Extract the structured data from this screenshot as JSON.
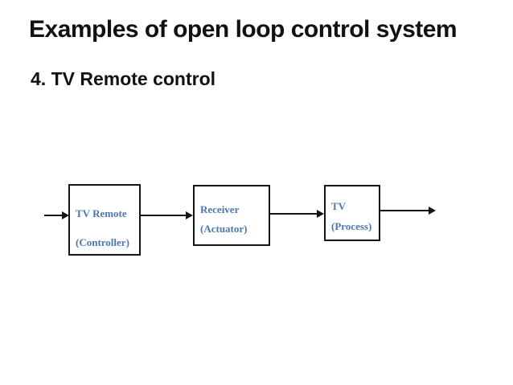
{
  "slide": {
    "title": "Examples of open loop control system",
    "subtitle": "4. TV Remote control"
  },
  "diagram": {
    "blocks": [
      {
        "name": "TV Remote",
        "role": "(Controller)"
      },
      {
        "name": "Receiver",
        "role": "(Actuator)"
      },
      {
        "name": "TV",
        "role": "(Process)"
      }
    ]
  },
  "colors": {
    "background": "#ffffff",
    "title_text": "#111111",
    "block_border": "#141414",
    "arrow": "#141414",
    "block_text": "#4e76b0"
  }
}
